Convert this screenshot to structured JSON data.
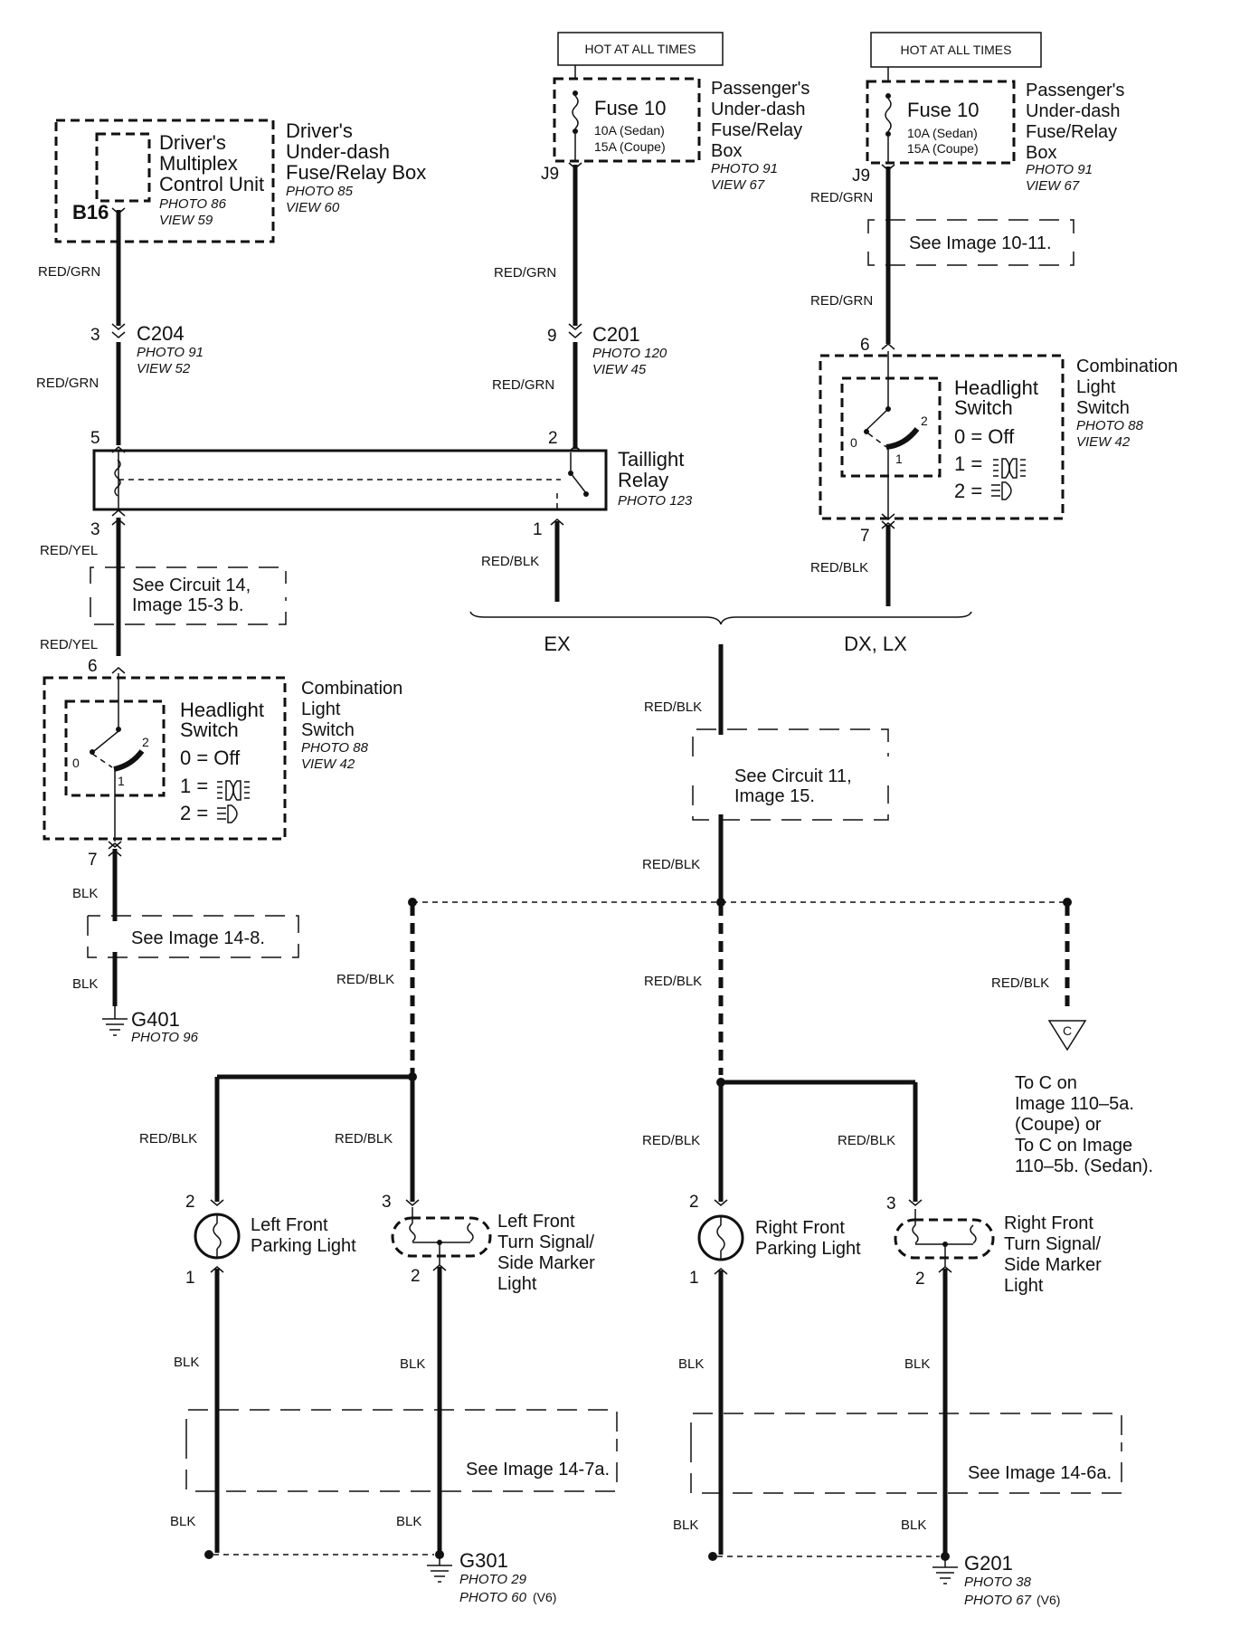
{
  "top_left": {
    "inner_title": "Driver's\nMultiplex\nControl Unit",
    "inner_photo": "PHOTO 86",
    "inner_view": "VIEW 59",
    "box_title": "Driver's\nUnder-dash\nFuse/Relay Box",
    "box_photo": "PHOTO 85",
    "box_view": "VIEW 60",
    "pin": "B16"
  },
  "hot_label": "HOT AT ALL TIMES",
  "fuse": {
    "name": "Fuse 10",
    "rating1": "10A (Sedan)",
    "rating2": "15A (Coupe)",
    "pin": "J9",
    "box_title": "Passenger's\nUnder-dash\nFuse/Relay\nBox",
    "box_photo": "PHOTO 91",
    "box_view": "VIEW 67"
  },
  "wires": {
    "red_grn": "RED/GRN",
    "red_yel": "RED/YEL",
    "red_blk": "RED/BLK",
    "blk": "BLK"
  },
  "c204": {
    "name": "C204",
    "pin": "3",
    "photo": "PHOTO 91",
    "view": "VIEW 52"
  },
  "c201": {
    "name": "C201",
    "pin": "9",
    "photo": "PHOTO 120",
    "view": "VIEW 45"
  },
  "relay": {
    "title": "Taillight\nRelay",
    "photo": "PHOTO 123",
    "pin5": "5",
    "pin2": "2",
    "pin3": "3",
    "pin1": "1"
  },
  "see_notes": {
    "image_10_11": "See Image 10-11.",
    "circuit_14": "See Circuit 14,\nImage 15-3 b.",
    "circuit_11": "See Circuit 11,\nImage 15.",
    "image_14_8": "See Image 14-8.",
    "image_14_7a": "See Image 14-7a.",
    "image_14_6a": "See Image 14-6a."
  },
  "comb_switch": {
    "title": "Combination\nLight\nSwitch",
    "photo": "PHOTO 88",
    "view": "VIEW 42",
    "hs_title": "Headlight\nSwitch",
    "pos0": "0 = Off",
    "pos1": "1 =",
    "pos2": "2 =",
    "pin_in": "6",
    "pin_out": "7",
    "p0": "0",
    "p1": "1",
    "p2": "2"
  },
  "split": {
    "ex": "EX",
    "dx": "DX, LX"
  },
  "g401": {
    "name": "G401",
    "photo": "PHOTO 96"
  },
  "to_c": {
    "letter": "C",
    "text": "To C on\nImage 110–5a.\n(Coupe) or\nTo C on Image\n110–5b. (Sedan)."
  },
  "lights": {
    "lf_park": "Left Front\nParking Light",
    "lf_turn": "Left Front\nTurn Signal/\nSide Marker\nLight",
    "rf_park": "Right Front\nParking Light",
    "rf_turn": "Right Front\nTurn Signal/\nSide Marker\nLight",
    "pin1": "1",
    "pin2": "2",
    "pin3": "3"
  },
  "g301": {
    "name": "G301",
    "photo": "PHOTO 29",
    "photo2": "PHOTO 60",
    "v6": "(V6)"
  },
  "g201": {
    "name": "G201",
    "photo": "PHOTO 38",
    "photo2": "PHOTO 67",
    "v6": "(V6)"
  }
}
